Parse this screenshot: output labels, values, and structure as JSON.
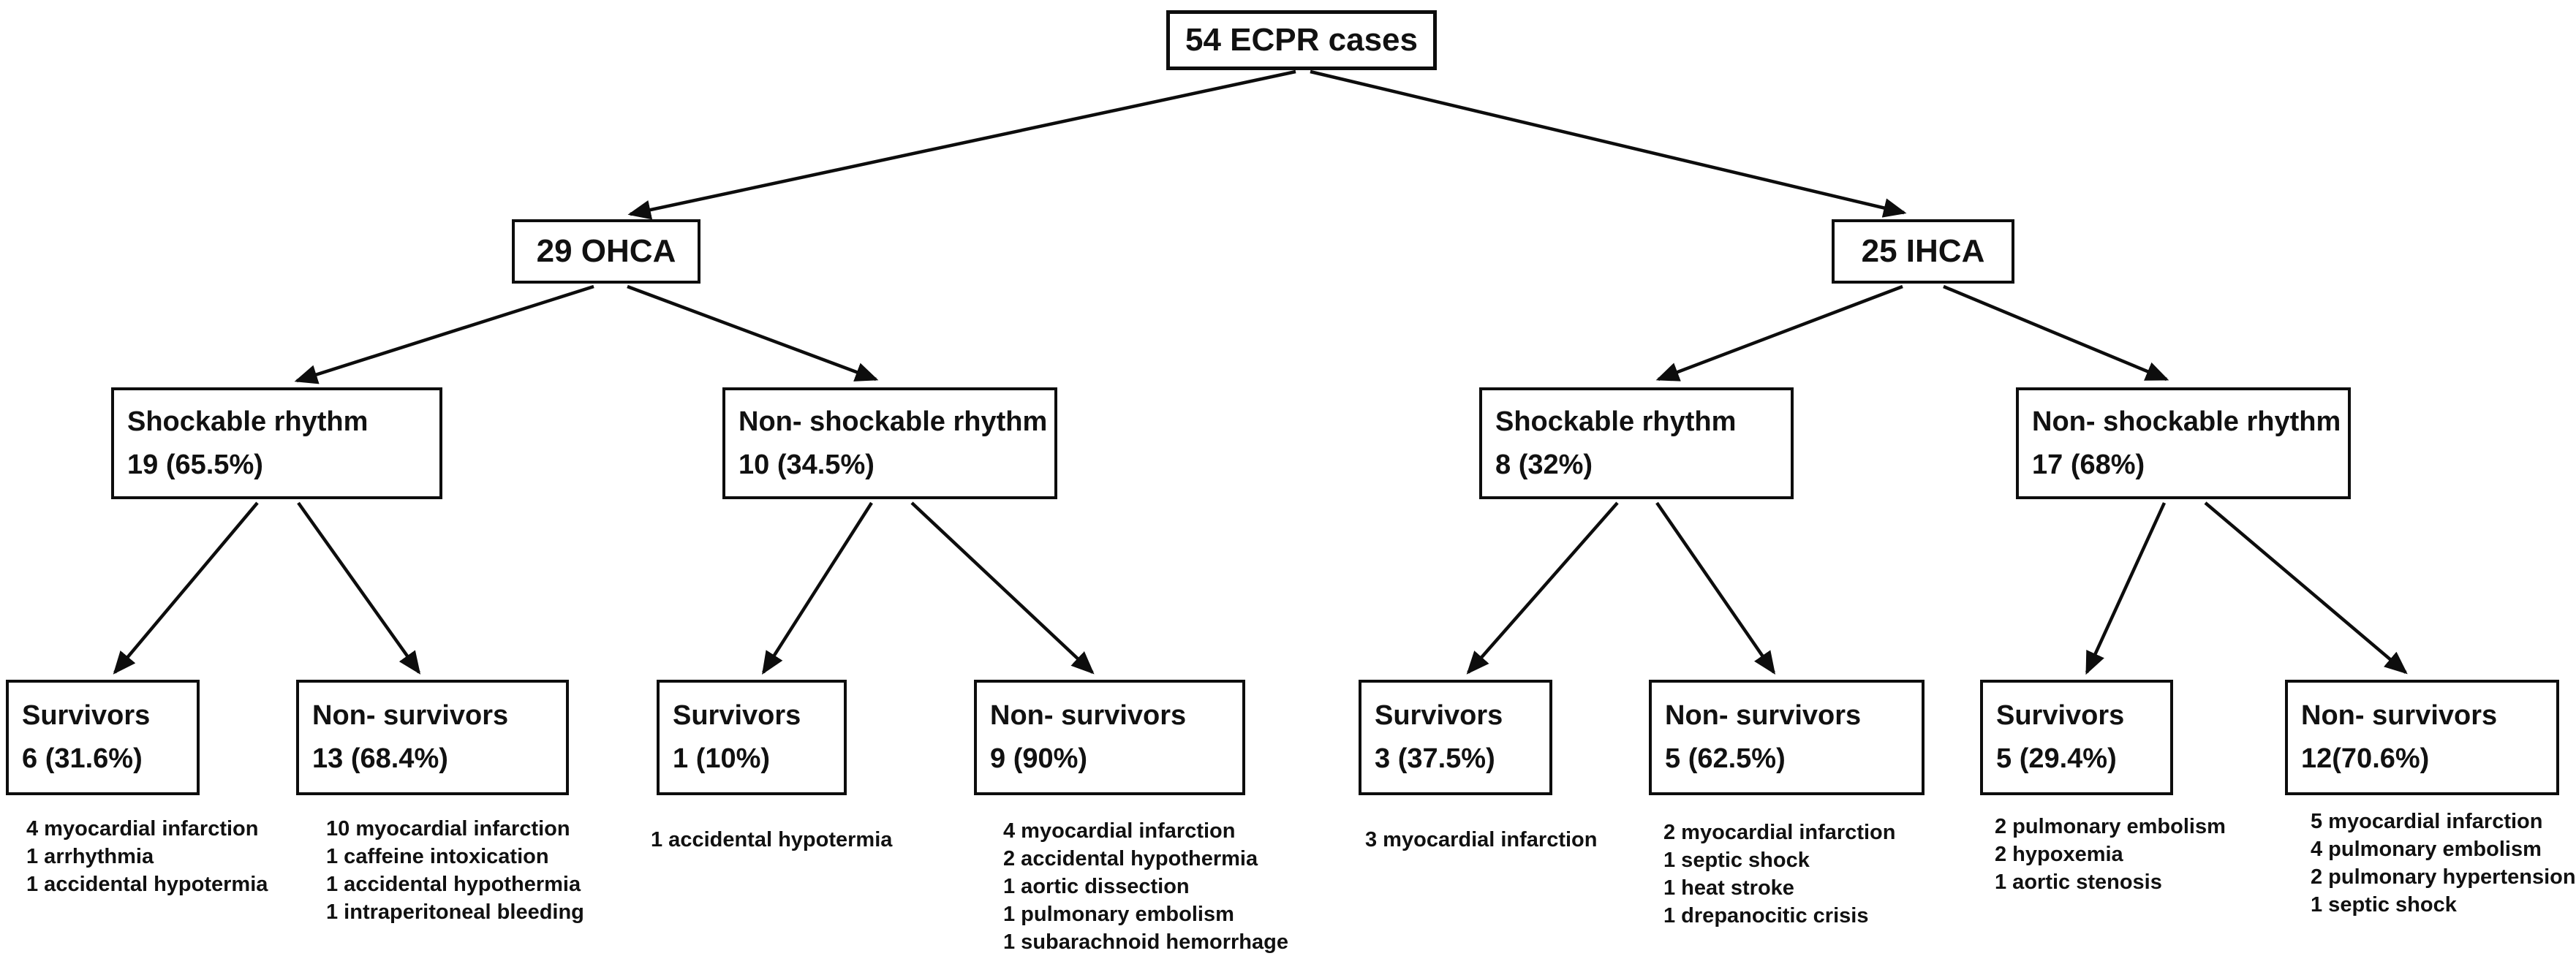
{
  "figure": {
    "description": "ECPR cases outcome flowchart",
    "line_color": "#0d0d0d",
    "background_color": "#ffffff",
    "root": {
      "label": "54 ECPR cases"
    },
    "cohorts": [
      {
        "label": "29 OHCA"
      },
      {
        "label": "25 IHCA"
      }
    ],
    "rhythms": [
      {
        "name": "Shockable rhythm",
        "count": "19 (65.5%)"
      },
      {
        "name": "Non- shockable rhythm",
        "count": "10 (34.5%)"
      },
      {
        "name": "Shockable rhythm",
        "count": "8 (32%)"
      },
      {
        "name": "Non- shockable rhythm",
        "count": "17 (68%)"
      }
    ],
    "outcomes": [
      {
        "name": "Survivors",
        "count": "6 (31.6%)",
        "causes": [
          "4 myocardial infarction",
          "1 arrhythmia",
          "1 accidental hypotermia"
        ]
      },
      {
        "name": "Non- survivors",
        "count": "13 (68.4%)",
        "causes": [
          "10 myocardial infarction",
          "1 caffeine intoxication",
          "1 accidental hypothermia",
          "1 intraperitoneal bleeding"
        ]
      },
      {
        "name": "Survivors",
        "count": "1 (10%)",
        "causes": [
          "1 accidental hypotermia"
        ]
      },
      {
        "name": "Non- survivors",
        "count": "9 (90%)",
        "causes": [
          "4 myocardial infarction",
          "2 accidental hypothermia",
          "1 aortic dissection",
          "1 pulmonary embolism",
          "1 subarachnoid hemorrhage"
        ]
      },
      {
        "name": "Survivors",
        "count": "3 (37.5%)",
        "causes": [
          "3 myocardial infarction"
        ]
      },
      {
        "name": "Non- survivors",
        "count": "5 (62.5%)",
        "causes": [
          "2 myocardial infarction",
          "1 septic shock",
          "1 heat stroke",
          "1 drepanocitic crisis"
        ]
      },
      {
        "name": "Survivors",
        "count": "5 (29.4%)",
        "causes": [
          "2 pulmonary embolism",
          "2 hypoxemia",
          "1 aortic stenosis"
        ]
      },
      {
        "name": "Non- survivors",
        "count": "12(70.6%)",
        "causes": [
          "5 myocardial infarction",
          "4 pulmonary embolism",
          "2 pulmonary hypertension",
          "1 septic shock"
        ]
      }
    ]
  }
}
